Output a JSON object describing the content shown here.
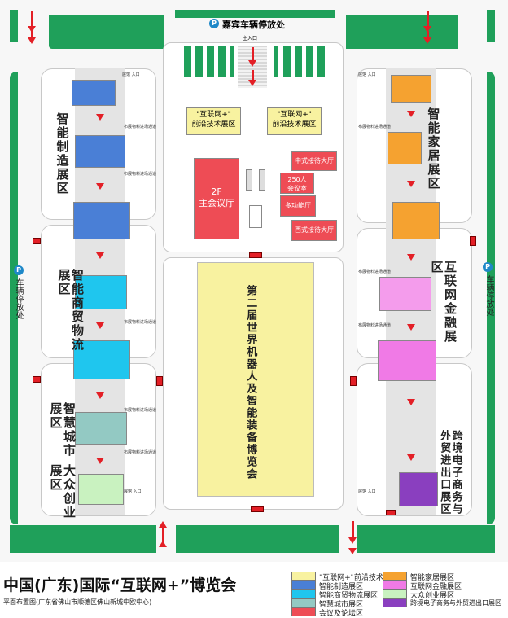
{
  "parking_top": {
    "icon": "P",
    "label": "嘉宾车辆停放处"
  },
  "parking_left": {
    "icon": "P",
    "label": "车辆停放处"
  },
  "parking_right": {
    "icon": "P",
    "label": "车辆停放处"
  },
  "main_entrance": "主入口",
  "center": {
    "hall_left": "\"互联网+\"\n前沿技术展区",
    "hall_right": "\"互联网+\"\n前沿技术展区",
    "conference": "2F\n主会议厅",
    "reception_cn": "中式接待大厅",
    "meeting250": "250人\n会议室",
    "multi": "多功能厅",
    "reception_west": "西式接待大厅",
    "big_expo": "第二届世界机器人及智能装备博览会"
  },
  "zones": {
    "manufacturing": "智能制造展区",
    "commerce": "智能商贸物流展区",
    "smart_city": "智慧城市展区",
    "startup": "大众创业展区",
    "home": "智能家居展区",
    "finance": "互联网金融展区",
    "ecommerce": "跨境电子商务与外贸进出口展区"
  },
  "small_labels": {
    "entrance": "展馆\n入口",
    "passage": "布展物料进场通道"
  },
  "footer": {
    "title": "中国(广东)国际“互联网+”博览会",
    "subtitle": "平面布置图(广东省佛山市顺德区佛山新城中欧中心)"
  },
  "legend": [
    {
      "label": "\"互联网+\"前沿技术展区",
      "color": "#f8f2a0"
    },
    {
      "label": "智能制造展区",
      "color": "#4a7fd6"
    },
    {
      "label": "智能商贸物流展区",
      "color": "#1fc6ee"
    },
    {
      "label": "智慧城市展区",
      "color": "#93c9c3"
    },
    {
      "label": "会议及论坛区",
      "color": "#ee4c55"
    },
    {
      "label": "智能家居展区",
      "color": "#f5a230"
    },
    {
      "label": "互联网金融展区",
      "color": "#f07ae6"
    },
    {
      "label": "大众创业展区",
      "color": "#c9f2c0"
    },
    {
      "label": "跨境电子商务与外贸进出口展区",
      "color": "#8a3fbf"
    }
  ]
}
